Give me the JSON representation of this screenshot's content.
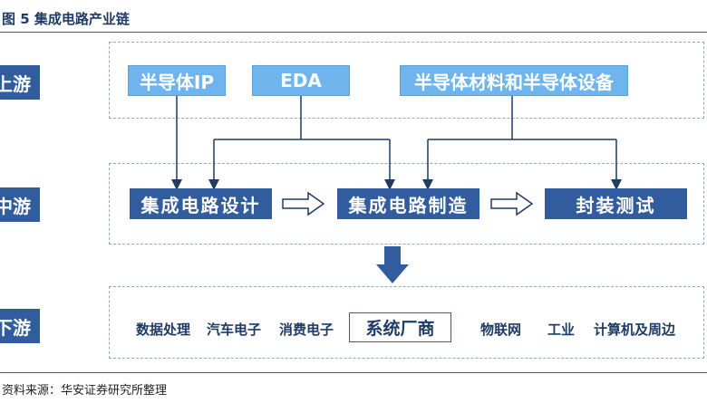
{
  "title": "图 5 集成电路产业链",
  "stages": {
    "upstream": "上游",
    "midstream": "中游",
    "downstream": "下游"
  },
  "upstream_boxes": [
    "半导体IP",
    "EDA",
    "半导体材料和半导体设备"
  ],
  "midstream_boxes": [
    "集成电路设计",
    "集成电路制造",
    "封装测试"
  ],
  "downstream": {
    "left": [
      "数据处理",
      "汽车电子",
      "消费电子"
    ],
    "center": "系统厂商",
    "right": [
      "物联网",
      "工业",
      "计算机及周边"
    ]
  },
  "source": "资料来源：华安证券研究所整理",
  "colors": {
    "dark_blue": "#315c9e",
    "light_blue": "#6fb4ec",
    "dashed_border": "#9aa7b8"
  }
}
